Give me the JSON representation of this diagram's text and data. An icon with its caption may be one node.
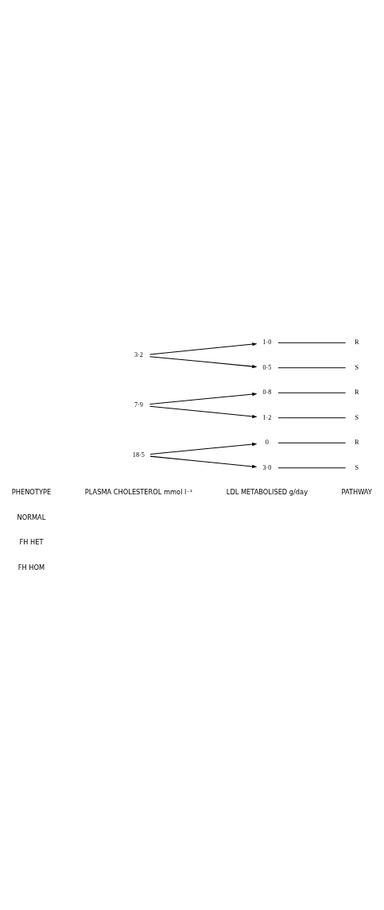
{
  "diagram": {
    "nodes": [
      {
        "text": [
          "3·2"
        ]
      },
      {
        "text": [
          "1·0"
        ]
      },
      {
        "text": [
          "0·5"
        ]
      },
      {
        "text": [
          "R"
        ]
      },
      {
        "text": [
          "S"
        ]
      },
      {
        "text": [
          "7·9"
        ]
      },
      {
        "text": [
          "0·8"
        ]
      },
      {
        "text": [
          "1·2"
        ]
      },
      {
        "text": [
          "R"
        ]
      },
      {
        "text": [
          "S"
        ]
      },
      {
        "text": [
          "18·5"
        ]
      },
      {
        "text": [
          "0"
        ]
      },
      {
        "text": [
          "3·0"
        ]
      },
      {
        "text": [
          "R"
        ]
      },
      {
        "text": [
          "S"
        ]
      }
    ],
    "edges": [
      {
        "from": 0,
        "to": 1,
        "arrow": "to"
      },
      {
        "from": 0,
        "to": 2,
        "arrow": "to"
      },
      {
        "from": 1,
        "to": 3,
        "arrow": "none"
      },
      {
        "from": 2,
        "to": 4,
        "arrow": "none"
      },
      {
        "from": 5,
        "to": 6,
        "arrow": "to"
      },
      {
        "from": 5,
        "to": 7,
        "arrow": "to"
      },
      {
        "from": 6,
        "to": 8,
        "arrow": "none"
      },
      {
        "from": 7,
        "to": 9,
        "arrow": "none"
      },
      {
        "from": 10,
        "to": 11,
        "arrow": "to"
      },
      {
        "from": 10,
        "to": 12,
        "arrow": "to"
      },
      {
        "from": 11,
        "to": 13,
        "arrow": "none"
      },
      {
        "from": 12,
        "to": 14,
        "arrow": "none"
      }
    ],
    "labels": [
      "PHENOTYPE",
      "NORMAL",
      "FH HET",
      "FH HOM",
      "PLASMA CHOLESTEROL mmol l⁻¹",
      "LDL METABOLISED g/day",
      "PATHWAY"
    ]
  }
}
